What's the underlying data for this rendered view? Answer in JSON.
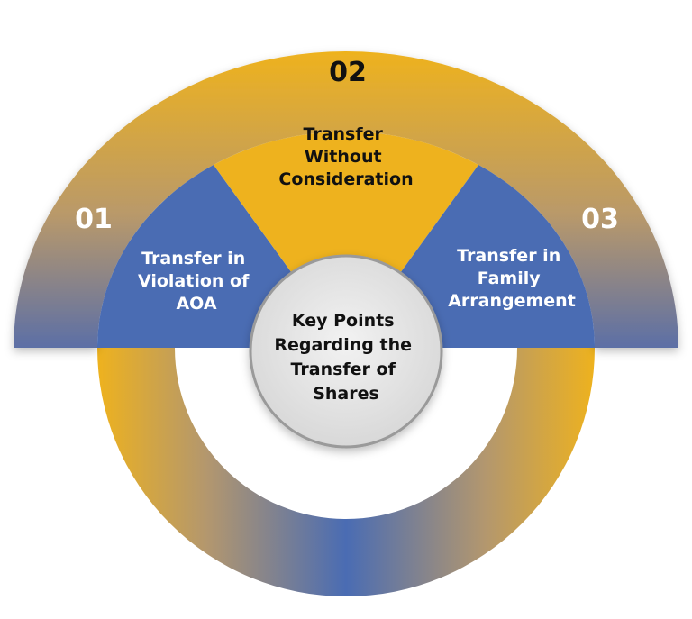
{
  "segments": [
    {
      "number": "01",
      "lines": [
        "Transfer in",
        "Violation of",
        "AOA"
      ]
    },
    {
      "number": "02",
      "lines": [
        "Transfer",
        "Without",
        "Consideration"
      ]
    },
    {
      "number": "03",
      "lines": [
        "Transfer in",
        "Family",
        "Arrangement"
      ]
    }
  ],
  "center": {
    "lines": [
      "Key Points",
      "Regarding the",
      "Transfer of",
      "Shares"
    ]
  },
  "colors": {
    "blue": "#4A6CB3",
    "gold": "#EEB21E",
    "center_fill": "#E4E4E4",
    "center_stroke": "#9A9A9A"
  }
}
